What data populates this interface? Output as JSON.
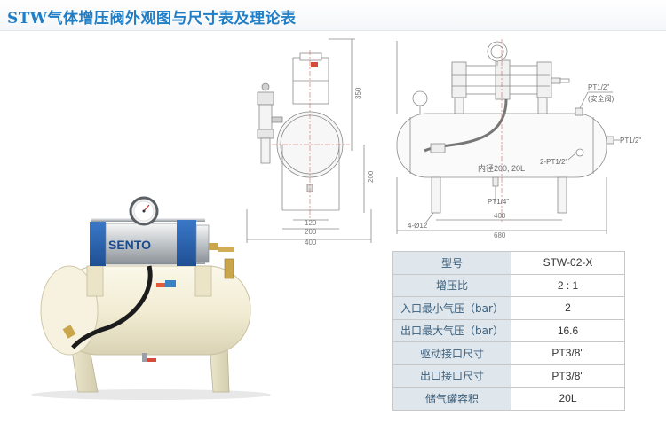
{
  "page": {
    "title": "STW气体增压阀外观图与尺寸表及理论表"
  },
  "product_photo": {
    "brand_text": "SENTO"
  },
  "drawing_left": {
    "dims": {
      "h350": "350",
      "h200": "200",
      "w120": "120",
      "w200": "200",
      "w400": "400"
    }
  },
  "drawing_right": {
    "inner_label": "内径200, 20L",
    "callout_safety": "PT1/2\"",
    "callout_safety_note": "(安全阀)",
    "callout_outlet": "PT1/2\"",
    "callout_inlet": "2-PT1/2\"",
    "callout_drain": "PT1/4\"",
    "callout_holes": "4-Ø12",
    "dims": {
      "w400": "400",
      "w680": "680"
    }
  },
  "spec_table": {
    "header": {
      "key": "型号",
      "value": "STW-02-X"
    },
    "rows": [
      {
        "key": "增压比",
        "value": "2 : 1"
      },
      {
        "key": "入口最小气压（bar）",
        "value": "2"
      },
      {
        "key": "出口最大气压（bar）",
        "value": "16.6"
      },
      {
        "key": "驱动接口尺寸",
        "value": "PT3/8\""
      },
      {
        "key": "出口接口尺寸",
        "value": "PT3/8\""
      },
      {
        "key": "储气罐容积",
        "value": "20L"
      }
    ]
  },
  "colors": {
    "title": "#1f7ec6",
    "table_key_bg": "#dfe6ec",
    "table_key_text": "#3a5f7c",
    "drawing_line": "#8a8a8a",
    "tank_body": "#f3eed7",
    "frame_blue": "#2d5fa8"
  }
}
